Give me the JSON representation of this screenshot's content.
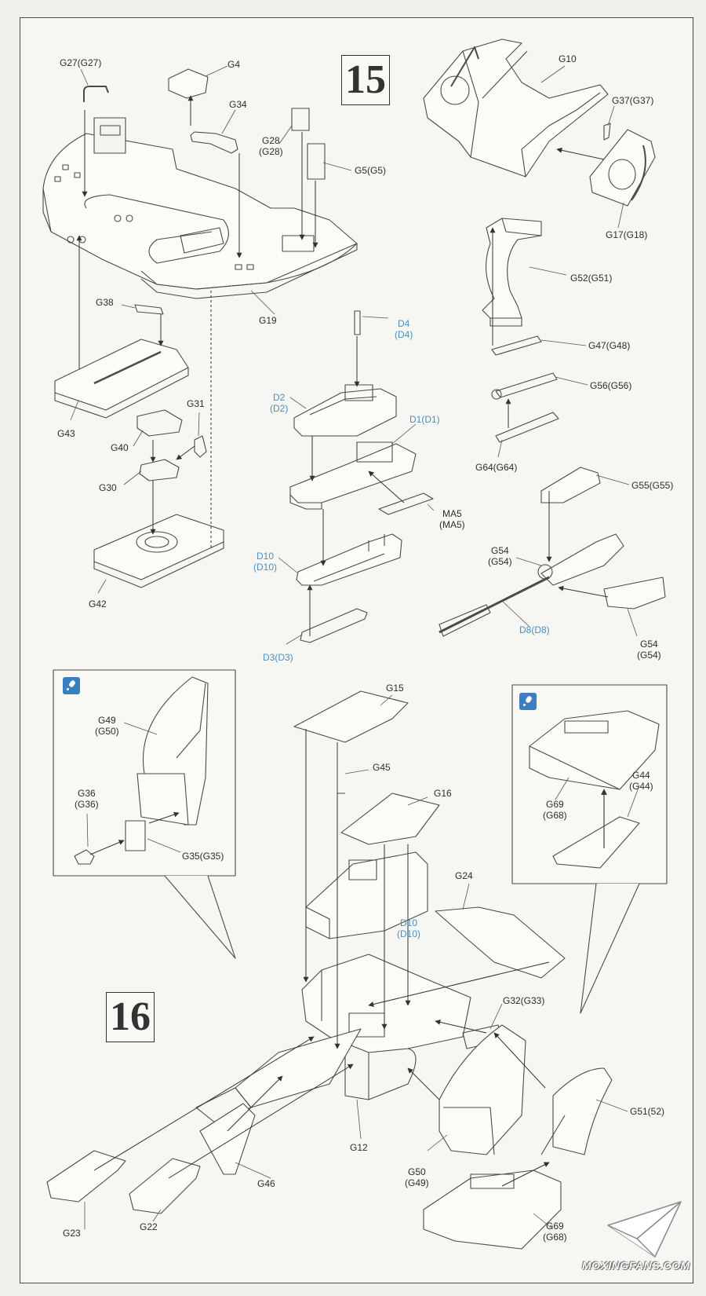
{
  "steps": {
    "step15": "15",
    "step16": "16"
  },
  "labels15": [
    {
      "id": "g27",
      "text": "G27(G27)"
    },
    {
      "id": "g4",
      "text": "G4"
    },
    {
      "id": "g34",
      "text": "G34"
    },
    {
      "id": "g28",
      "text": "G28\n(G28)"
    },
    {
      "id": "g5",
      "text": "G5(G5)"
    },
    {
      "id": "g10",
      "text": "G10"
    },
    {
      "id": "g37",
      "text": "G37(G37)"
    },
    {
      "id": "g17",
      "text": "G17(G18)"
    },
    {
      "id": "g52",
      "text": "G52(G51)"
    },
    {
      "id": "g47",
      "text": "G47(G48)"
    },
    {
      "id": "g56",
      "text": "G56(G56)"
    },
    {
      "id": "g64",
      "text": "G64(G64)"
    },
    {
      "id": "g55",
      "text": "G55(G55)"
    },
    {
      "id": "g54a",
      "text": "G54\n(G54)"
    },
    {
      "id": "g54b",
      "text": "G54\n(G54)"
    },
    {
      "id": "d8",
      "text": "D8(D8)"
    },
    {
      "id": "d4",
      "text": "D4\n(D4)"
    },
    {
      "id": "d2",
      "text": "D2\n(D2)"
    },
    {
      "id": "d1",
      "text": "D1(D1)"
    },
    {
      "id": "ma5",
      "text": "MA5\n(MA5)"
    },
    {
      "id": "d10a",
      "text": "D10\n(D10)"
    },
    {
      "id": "d3",
      "text": "D3(D3)"
    },
    {
      "id": "g38",
      "text": "G38"
    },
    {
      "id": "g19",
      "text": "G19"
    },
    {
      "id": "g43",
      "text": "G43"
    },
    {
      "id": "g40",
      "text": "G40"
    },
    {
      "id": "g31",
      "text": "G31"
    },
    {
      "id": "g30",
      "text": "G30"
    },
    {
      "id": "g42",
      "text": "G42"
    }
  ],
  "labels16": [
    {
      "id": "g49",
      "text": "G49\n(G50)"
    },
    {
      "id": "g36",
      "text": "G36\n(G36)"
    },
    {
      "id": "g35",
      "text": "G35(G35)"
    },
    {
      "id": "g15",
      "text": "G15"
    },
    {
      "id": "g45",
      "text": "G45"
    },
    {
      "id": "g16",
      "text": "G16"
    },
    {
      "id": "d10b",
      "text": "D10\n(D10)"
    },
    {
      "id": "g24",
      "text": "G24"
    },
    {
      "id": "g69a",
      "text": "G69\n(G68)"
    },
    {
      "id": "g44",
      "text": "G44\n(G44)"
    },
    {
      "id": "g32",
      "text": "G32(G33)"
    },
    {
      "id": "g51",
      "text": "G51(52)"
    },
    {
      "id": "g50",
      "text": "G50\n(G49)"
    },
    {
      "id": "g69b",
      "text": "G69\n(G68)"
    },
    {
      "id": "g12",
      "text": "G12"
    },
    {
      "id": "g46",
      "text": "G46"
    },
    {
      "id": "g23",
      "text": "G23"
    },
    {
      "id": "g22",
      "text": "G22"
    }
  ],
  "watermark": "MOXINGFANS.COM",
  "colors": {
    "line": "#4a4a4a",
    "blue_label": "#4a8fc4",
    "paper": "#f6f6f2"
  },
  "icons": [
    "paint-icon",
    "paint-icon",
    "paper-plane-logo"
  ]
}
